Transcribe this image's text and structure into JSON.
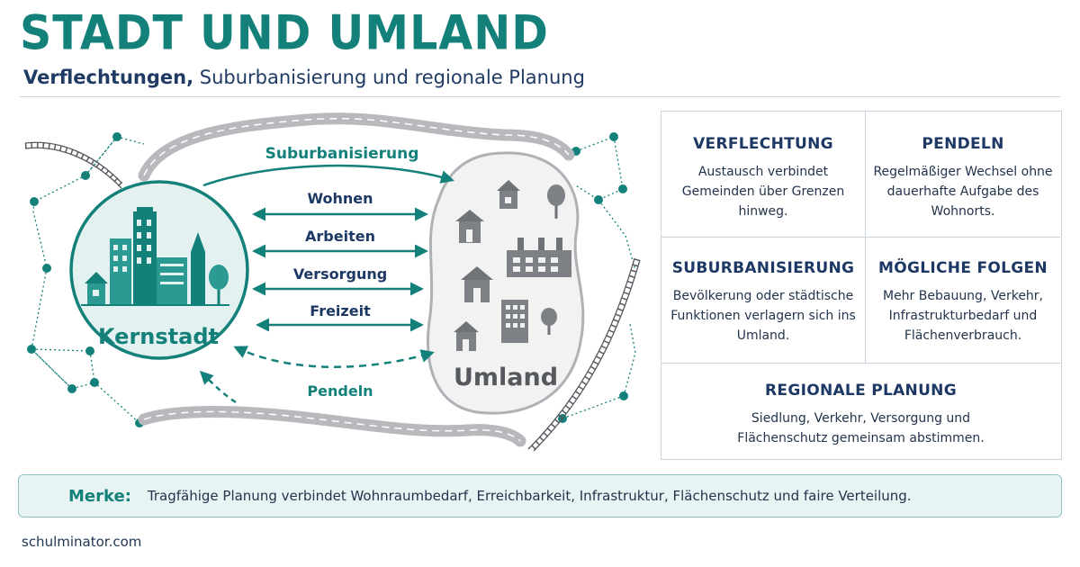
{
  "header": {
    "title": "STADT UND UMLAND",
    "subtitle_bold": "Verflechtungen,",
    "subtitle_rest": " Suburbanisierung und regionale Planung"
  },
  "diagram": {
    "kernstadt_label": "Kernstadt",
    "umland_label": "Umland",
    "flows": {
      "suburbanisierung": "Suburbanisierung",
      "wohnen": "Wohnen",
      "arbeiten": "Arbeiten",
      "versorgung": "Versorgung",
      "freizeit": "Freizeit",
      "pendeln": "Pendeln"
    }
  },
  "cards": [
    {
      "title": "VERFLECHTUNG",
      "text": "Austausch verbindet Gemeinden über Grenzen hinweg."
    },
    {
      "title": "PENDELN",
      "text": "Regelmäßiger Wechsel ohne dauerhafte Aufgabe des Wohnorts."
    },
    {
      "title": "SUBURBANISIERUNG",
      "text": "Bevölkerung oder städtische Funktionen verlagern sich ins Umland."
    },
    {
      "title": "MÖGLICHE FOLGEN",
      "text": "Mehr Bebauung, Verkehr, Infrastrukturbedarf und Flächenverbrauch."
    },
    {
      "title": "REGIONALE PLANUNG",
      "text": "Siedlung, Verkehr, Versorgung und Flächenschutz gemeinsam abstimmen."
    }
  ],
  "merke": {
    "label": "Merke:",
    "text": "Tragfähige Planung verbindet Wohnraumbedarf, Erreichbarkeit, Infrastruktur, Flächenschutz und faire Verteilung."
  },
  "footer": {
    "source": "schulminator.com"
  },
  "colors": {
    "teal": "#13807a",
    "navy": "#1d3864",
    "umland_gray": "#7a7d82",
    "city_fill": "#e3f2f1"
  }
}
